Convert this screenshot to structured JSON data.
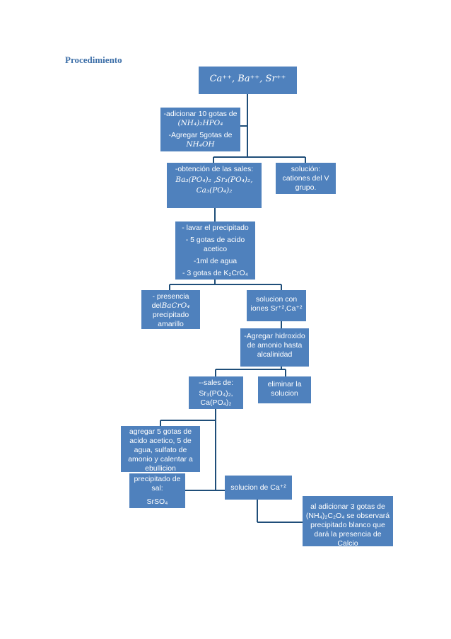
{
  "heading": "Procedimiento",
  "colors": {
    "box": "#4f81bd",
    "line": "#1f4e79",
    "heading": "#3d6fa8"
  },
  "boxes": {
    "ions": "Ca⁺⁺, Ba⁺⁺, Sr⁺⁺",
    "step1": {
      "line1": "-adicionar 10 gotas de",
      "line2": "(NH₄)₂HPO₄",
      "line3": "-Agregar 5gotas de",
      "line4": "NH₄OH"
    },
    "salts": {
      "line1": "-obtención de las sales:",
      "line2": "Ba₃(PO₄)₂ ,Sr₃(PO₄)₂,",
      "line3": "Ca₃(PO₄)₂"
    },
    "solution5": "solución: cationes del V grupo.",
    "wash": {
      "line1": "- lavar el precipitado",
      "line2": "- 5 gotas de acido acetico",
      "line3": "-1ml de agua",
      "line4": "- 3 gotas de K₂CrO₄"
    },
    "bacro4": {
      "line1": "- presencia del",
      "formula": "BaCrO₄",
      "line2": "precipitado amarillo"
    },
    "srca_solution": "solucion con iones Sr⁺²,Ca⁺²",
    "hydroxide": "-Agregar hidroxido de amonio hasta alcalinidad",
    "salts2": {
      "line1": "--sales de:",
      "line2": "Sr₃(PO₄)₂,",
      "line3": "Ca(PO₄)₂"
    },
    "discard": "eliminar la solucion",
    "acetic": "agregar 5 gotas de acido acetico, 5 de agua, sulfato de amonio y calentar a ebullicion",
    "srso4": {
      "line1": "precipitado de sal:",
      "line2": "SrSO₄"
    },
    "ca_solution": "solucion de Ca⁺²",
    "final": "al adicionar 3 gotas de (NH₄)₂C₂O₄ se observará precipitado blanco que dará la presencia de Calcio"
  }
}
